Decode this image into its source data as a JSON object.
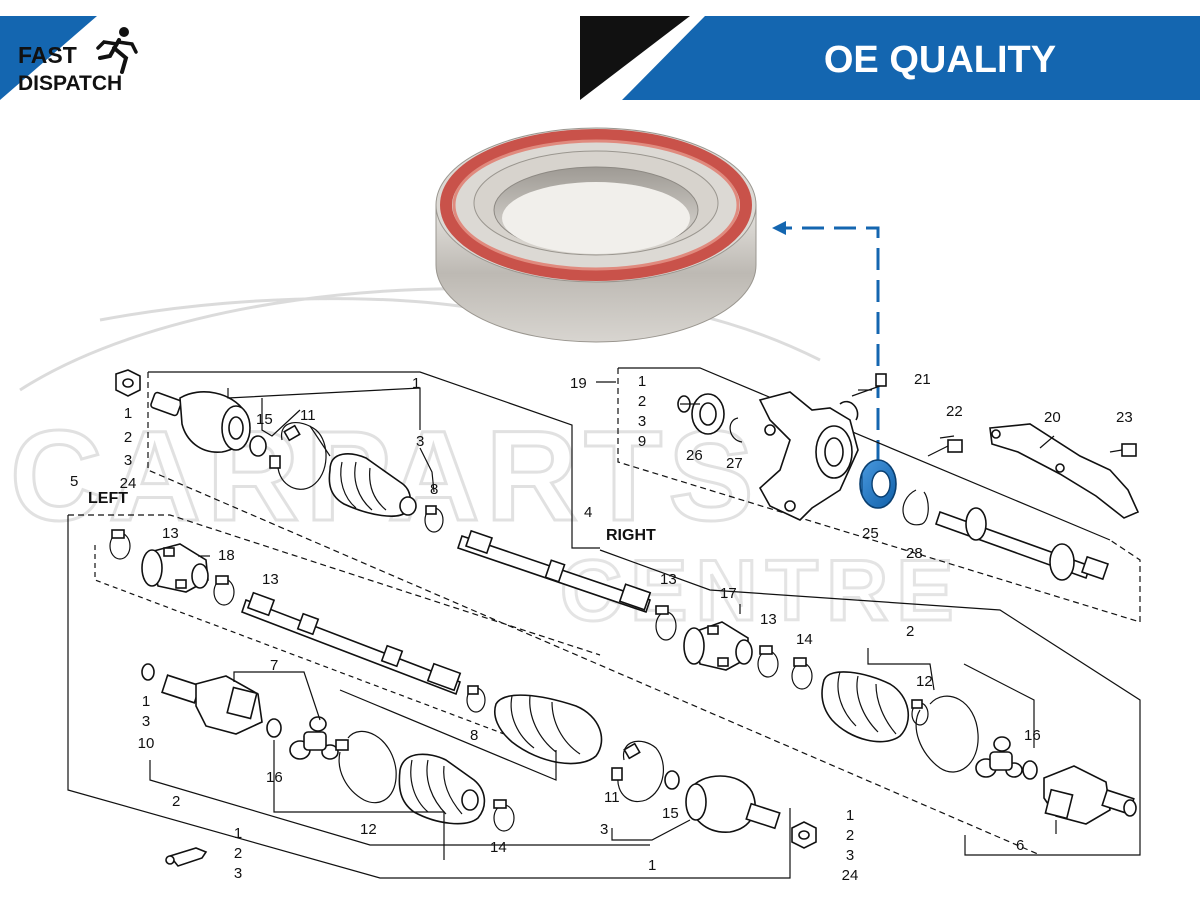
{
  "banner": {
    "fast_line1": "FAST",
    "fast_line2": "DISPATCH",
    "quality": "OE QUALITY",
    "accent_color": "#1466b0"
  },
  "watermark": {
    "line1": "CARPARTS",
    "line2": "CENTRE"
  },
  "diagram": {
    "side_left": "LEFT",
    "side_right": "RIGHT",
    "highlight_part": "25",
    "highlight_color": "#1f79c4",
    "callouts": {
      "top_nut": [
        "1",
        "2",
        "3",
        "24"
      ],
      "top_bracket": "1",
      "top_boot_group": "11",
      "top_clip_ring": "15",
      "top_3": "3",
      "top_8": "8",
      "lbl_4": "4",
      "lbl_5": "5",
      "lbl_13a": "13",
      "lbl_18": "18",
      "lbl_13b": "13",
      "lbl_19": "19",
      "lbl_19_list": [
        "1",
        "2",
        "3",
        "9"
      ],
      "lbl_21": "21",
      "lbl_22": "22",
      "lbl_20": "20",
      "lbl_23": "23",
      "lbl_26": "26",
      "lbl_27": "27",
      "lbl_25": "25",
      "lbl_28": "28",
      "lbl_13c": "13",
      "lbl_17": "17",
      "lbl_13d": "13",
      "lbl_14a": "14",
      "lbl_2r": "2",
      "lbl_12r": "12",
      "lbl_16r": "16",
      "lbl_6": "6",
      "left_list": [
        "1",
        "3",
        "10"
      ],
      "lbl_7": "7",
      "lbl_16l": "16",
      "lbl_2l": "2",
      "lbl_8l": "8",
      "lbl_12l": "12",
      "lbl_14b": "14",
      "lbl_11b": "11",
      "lbl_15b": "15",
      "lbl_3b": "3",
      "lbl_1b": "1",
      "bottom_left_list": [
        "1",
        "2",
        "3"
      ],
      "bottom_right_list": [
        "1",
        "2",
        "3",
        "24"
      ]
    }
  }
}
